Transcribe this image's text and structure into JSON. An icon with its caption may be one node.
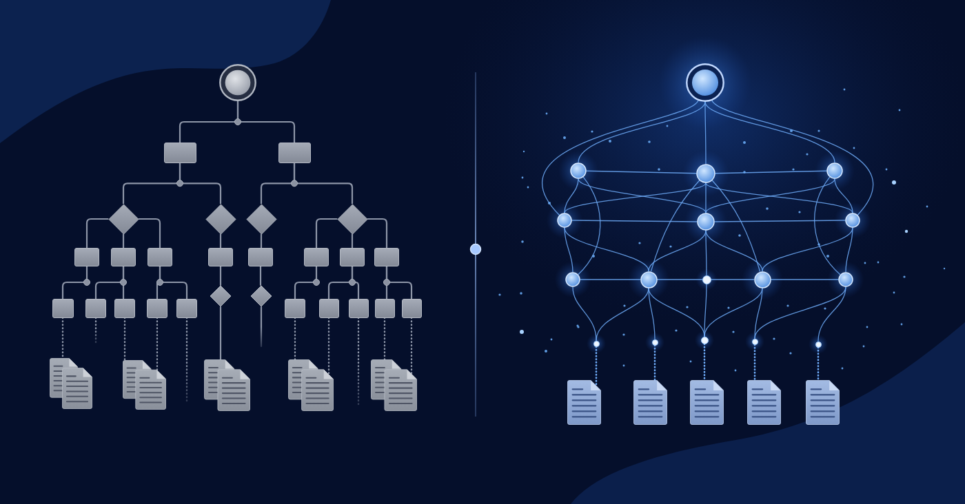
{
  "diagram": {
    "nodes": [
      {
        "text": [],
        "shape": "circle"
      },
      {
        "text": [],
        "shape": "box"
      },
      {
        "text": [],
        "shape": "box"
      },
      {
        "text": [],
        "shape": "diamond"
      },
      {
        "text": [],
        "shape": "diamond"
      },
      {
        "text": [],
        "shape": "diamond"
      },
      {
        "text": [],
        "shape": "diamond"
      },
      {
        "text": [],
        "shape": "box"
      },
      {
        "text": [],
        "shape": "box"
      },
      {
        "text": [],
        "shape": "box"
      },
      {
        "text": [],
        "shape": "box"
      },
      {
        "text": [],
        "shape": "box"
      },
      {
        "text": [],
        "shape": "box"
      },
      {
        "text": [],
        "shape": "box"
      },
      {
        "text": [],
        "shape": "box"
      },
      {
        "text": [],
        "shape": "box"
      },
      {
        "text": [],
        "shape": "box"
      },
      {
        "text": [],
        "shape": "box"
      },
      {
        "text": [],
        "shape": "box"
      },
      {
        "text": [],
        "shape": "box"
      },
      {
        "text": [],
        "shape": "diamond"
      },
      {
        "text": [],
        "shape": "diamond"
      },
      {
        "text": [],
        "shape": "box"
      },
      {
        "text": [],
        "shape": "box"
      },
      {
        "text": [],
        "shape": "box"
      },
      {
        "text": [],
        "shape": "box"
      },
      {
        "text": [],
        "shape": "box"
      },
      {
        "text": [],
        "shape": "documents"
      },
      {
        "text": [],
        "shape": "documents"
      },
      {
        "text": [],
        "shape": "documents"
      },
      {
        "text": [],
        "shape": "documents"
      },
      {
        "text": [],
        "shape": "documents"
      },
      {
        "text": [],
        "shape": "circle"
      },
      {
        "text": [],
        "shape": "circle"
      },
      {
        "text": [],
        "shape": "circle"
      },
      {
        "text": [],
        "shape": "circle"
      },
      {
        "text": [],
        "shape": "circle"
      },
      {
        "text": [],
        "shape": "circle"
      },
      {
        "text": [],
        "shape": "circle"
      },
      {
        "text": [],
        "shape": "circle"
      },
      {
        "text": [],
        "shape": "circle"
      },
      {
        "text": [],
        "shape": "circle"
      },
      {
        "text": [],
        "shape": "circle"
      },
      {
        "text": [],
        "shape": "circle"
      },
      {
        "text": [],
        "shape": "circle"
      },
      {
        "text": [],
        "shape": "circle"
      },
      {
        "text": [],
        "shape": "circle"
      },
      {
        "text": [],
        "shape": "circle"
      },
      {
        "text": [],
        "shape": "circle"
      },
      {
        "text": [],
        "shape": "document"
      },
      {
        "text": [],
        "shape": "document"
      },
      {
        "text": [],
        "shape": "document"
      },
      {
        "text": [],
        "shape": "document"
      },
      {
        "text": [],
        "shape": "document"
      }
    ],
    "edges": [
      {
        "from": 0,
        "to": 1,
        "arrow": "none",
        "color": "#8e96a8"
      },
      {
        "from": 0,
        "to": 2,
        "arrow": "none",
        "color": "#8e96a8"
      },
      {
        "from": 1,
        "to": 3,
        "arrow": "none",
        "color": "#8e96a8"
      },
      {
        "from": 1,
        "to": 4,
        "arrow": "none",
        "color": "#8e96a8"
      },
      {
        "from": 2,
        "to": 5,
        "arrow": "none",
        "color": "#8e96a8"
      },
      {
        "from": 2,
        "to": 6,
        "arrow": "none",
        "color": "#8e96a8"
      },
      {
        "from": 3,
        "to": 7,
        "arrow": "none",
        "color": "#8e96a8"
      },
      {
        "from": 3,
        "to": 8,
        "arrow": "none",
        "color": "#8e96a8"
      },
      {
        "from": 3,
        "to": 9,
        "arrow": "none",
        "color": "#8e96a8"
      },
      {
        "from": 4,
        "to": 10,
        "arrow": "none",
        "color": "#8e96a8"
      },
      {
        "from": 5,
        "to": 11,
        "arrow": "none",
        "color": "#8e96a8"
      },
      {
        "from": 6,
        "to": 12,
        "arrow": "none",
        "color": "#8e96a8"
      },
      {
        "from": 6,
        "to": 13,
        "arrow": "none",
        "color": "#8e96a8"
      },
      {
        "from": 6,
        "to": 14,
        "arrow": "none",
        "color": "#8e96a8"
      },
      {
        "from": 7,
        "to": 15,
        "arrow": "none",
        "color": "#8e96a8"
      },
      {
        "from": 8,
        "to": 16,
        "arrow": "none",
        "color": "#8e96a8"
      },
      {
        "from": 8,
        "to": 17,
        "arrow": "none",
        "color": "#8e96a8"
      },
      {
        "from": 9,
        "to": 18,
        "arrow": "none",
        "color": "#8e96a8"
      },
      {
        "from": 9,
        "to": 19,
        "arrow": "none",
        "color": "#8e96a8"
      },
      {
        "from": 10,
        "to": 20,
        "arrow": "none",
        "color": "#8e96a8"
      },
      {
        "from": 11,
        "to": 21,
        "arrow": "none",
        "color": "#8e96a8"
      },
      {
        "from": 12,
        "to": 22,
        "arrow": "none",
        "color": "#8e96a8"
      },
      {
        "from": 13,
        "to": 23,
        "arrow": "none",
        "color": "#8e96a8"
      },
      {
        "from": 13,
        "to": 24,
        "arrow": "none",
        "color": "#8e96a8"
      },
      {
        "from": 14,
        "to": 25,
        "arrow": "none",
        "color": "#8e96a8"
      },
      {
        "from": 14,
        "to": 26,
        "arrow": "none",
        "color": "#8e96a8"
      },
      {
        "from": 15,
        "to": 27,
        "arrow": "none",
        "style": "dashed",
        "color": "#8e96a8"
      },
      {
        "from": 16,
        "to": null,
        "arrow": "none",
        "style": "dashed",
        "color": "#8e96a8"
      },
      {
        "from": 17,
        "to": 28,
        "arrow": "none",
        "style": "dashed",
        "color": "#8e96a8"
      },
      {
        "from": 18,
        "to": 28,
        "arrow": "none",
        "style": "dashed",
        "color": "#8e96a8"
      },
      {
        "from": 19,
        "to": null,
        "arrow": "none",
        "style": "dashed",
        "color": "#8e96a8"
      },
      {
        "from": 20,
        "to": 29,
        "arrow": "none",
        "color": "#8e96a8"
      },
      {
        "from": 21,
        "to": null,
        "arrow": "none",
        "color": "#8e96a8"
      },
      {
        "from": 22,
        "to": 30,
        "arrow": "none",
        "style": "dashed",
        "color": "#8e96a8"
      },
      {
        "from": 23,
        "to": 30,
        "arrow": "none",
        "style": "dashed",
        "color": "#8e96a8"
      },
      {
        "from": 24,
        "to": null,
        "arrow": "none",
        "style": "dashed",
        "color": "#8e96a8"
      },
      {
        "from": 25,
        "to": 31,
        "arrow": "none",
        "style": "dashed",
        "color": "#8e96a8"
      },
      {
        "from": 26,
        "to": 31,
        "arrow": "none",
        "style": "dashed",
        "color": "#8e96a8"
      },
      {
        "from": 32,
        "to": 33,
        "arrow": "none"
      },
      {
        "from": 32,
        "to": 34,
        "arrow": "none"
      },
      {
        "from": 32,
        "to": 35,
        "arrow": "none"
      },
      {
        "from": 32,
        "to": 36,
        "arrow": "none"
      },
      {
        "from": 32,
        "to": 38,
        "arrow": "none"
      },
      {
        "from": 33,
        "to": 34,
        "arrow": "none"
      },
      {
        "from": 34,
        "to": 35,
        "arrow": "none"
      },
      {
        "from": 33,
        "to": 36,
        "arrow": "none"
      },
      {
        "from": 33,
        "to": 37,
        "arrow": "none"
      },
      {
        "from": 34,
        "to": 36,
        "arrow": "none"
      },
      {
        "from": 34,
        "to": 37,
        "arrow": "none"
      },
      {
        "from": 34,
        "to": 38,
        "arrow": "none"
      },
      {
        "from": 35,
        "to": 37,
        "arrow": "none"
      },
      {
        "from": 35,
        "to": 38,
        "arrow": "none"
      },
      {
        "from": 36,
        "to": 37,
        "arrow": "none"
      },
      {
        "from": 37,
        "to": 38,
        "arrow": "none"
      },
      {
        "from": 36,
        "to": 39,
        "arrow": "none"
      },
      {
        "from": 36,
        "to": 40,
        "arrow": "none"
      },
      {
        "from": 37,
        "to": 40,
        "arrow": "none"
      },
      {
        "from": 37,
        "to": 41,
        "arrow": "none"
      },
      {
        "from": 37,
        "to": 42,
        "arrow": "none"
      },
      {
        "from": 38,
        "to": 42,
        "arrow": "none"
      },
      {
        "from": 38,
        "to": 43,
        "arrow": "none"
      },
      {
        "from": 33,
        "to": 39,
        "arrow": "none"
      },
      {
        "from": 35,
        "to": 43,
        "arrow": "none"
      },
      {
        "from": 34,
        "to": 40,
        "arrow": "none"
      },
      {
        "from": 34,
        "to": 42,
        "arrow": "none"
      },
      {
        "from": 39,
        "to": 40,
        "arrow": "none"
      },
      {
        "from": 40,
        "to": 41,
        "arrow": "none"
      },
      {
        "from": 41,
        "to": 42,
        "arrow": "none"
      },
      {
        "from": 42,
        "to": 43,
        "arrow": "none"
      },
      {
        "from": 39,
        "to": 44,
        "arrow": "none"
      },
      {
        "from": 40,
        "to": 44,
        "arrow": "none"
      },
      {
        "from": 40,
        "to": 45,
        "arrow": "none"
      },
      {
        "from": 40,
        "to": 46,
        "arrow": "none"
      },
      {
        "from": 41,
        "to": 46,
        "arrow": "none"
      },
      {
        "from": 42,
        "to": 46,
        "arrow": "none"
      },
      {
        "from": 42,
        "to": 47,
        "arrow": "none"
      },
      {
        "from": 43,
        "to": 47,
        "arrow": "none"
      },
      {
        "from": 43,
        "to": 48,
        "arrow": "none"
      },
      {
        "from": 44,
        "to": 49,
        "arrow": "none",
        "style": "dashed"
      },
      {
        "from": 45,
        "to": 50,
        "arrow": "none",
        "style": "dashed"
      },
      {
        "from": 46,
        "to": 51,
        "arrow": "none",
        "style": "dashed"
      },
      {
        "from": 47,
        "to": 52,
        "arrow": "none",
        "style": "dashed"
      },
      {
        "from": 48,
        "to": 53,
        "arrow": "none",
        "style": "dashed"
      }
    ]
  }
}
